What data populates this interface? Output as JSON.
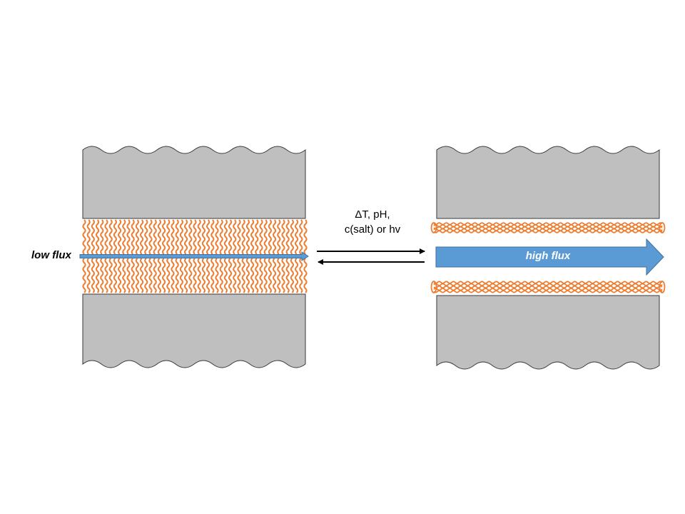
{
  "labels": {
    "low_flux": "low flux",
    "stimulus_line1": "ΔT, pH,",
    "stimulus_line2": "c(salt) or hv",
    "high_flux": "high flux"
  },
  "colors": {
    "pore_wall": "#bfbfbf",
    "wall_edge": "#3a3a3a",
    "polymer": "#ed7d31",
    "flow_arrow": "#5b9bd5",
    "flow_arrow_edge": "#41719c",
    "switch_arrow": "#000000"
  },
  "states": [
    {
      "name": "swollen-polymer-brushes",
      "flux": "low"
    },
    {
      "name": "collapsed-polymer-brushes",
      "flux": "high"
    }
  ]
}
